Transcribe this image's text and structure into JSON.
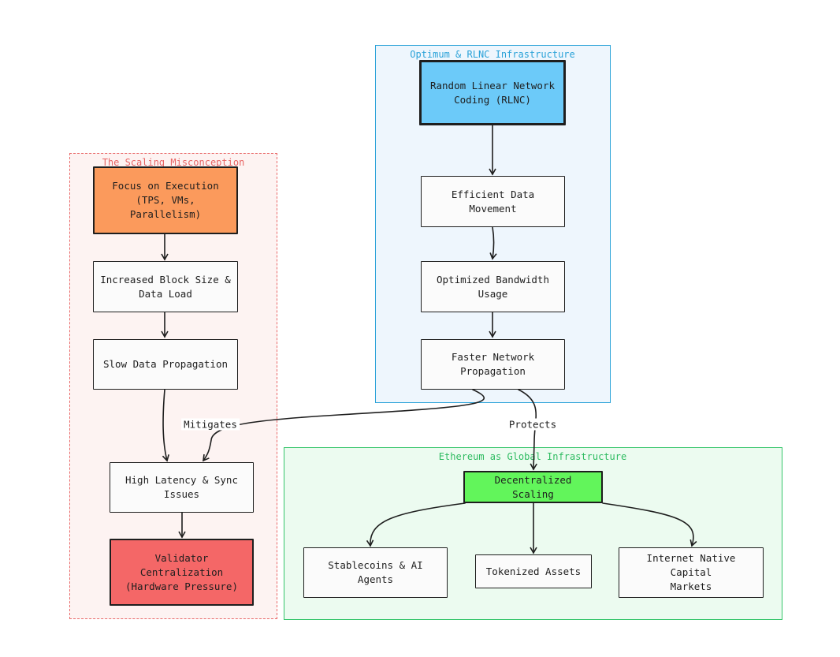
{
  "groups": {
    "misconception": "The Scaling Misconception",
    "optimum": "Optimum & RLNC Infrastructure",
    "ethereum": "Ethereum as Global Infrastructure"
  },
  "nodes": {
    "focus_execution": "Focus on Execution\n(TPS, VMs, Parallelism)",
    "block_size": "Increased Block Size &\nData Load",
    "slow_propagation": "Slow Data Propagation",
    "high_latency": "High Latency & Sync\nIssues",
    "validator_centralization": "Validator Centralization\n(Hardware Pressure)",
    "rlnc": "Random Linear Network\nCoding (RLNC)",
    "efficient_data": "Efficient Data Movement",
    "optimized_bandwidth": "Optimized Bandwidth\nUsage",
    "faster_propagation": "Faster Network\nPropagation",
    "decentralized_scaling": "Decentralized Scaling",
    "stablecoins": "Stablecoins & AI Agents",
    "tokenized_assets": "Tokenized Assets",
    "capital_markets": "Internet Native Capital\nMarkets"
  },
  "edges": {
    "mitigates": "Mitigates",
    "protects": "Protects"
  },
  "colors": {
    "misconception_border": "#e96a6a",
    "optimum_border": "#2aa2d8",
    "ethereum_border": "#34c56a",
    "focus_fill": "#fb9a5c",
    "validator_fill": "#f46767",
    "rlnc_fill": "#6ccaf9",
    "decentralized_fill": "#62f55b"
  }
}
